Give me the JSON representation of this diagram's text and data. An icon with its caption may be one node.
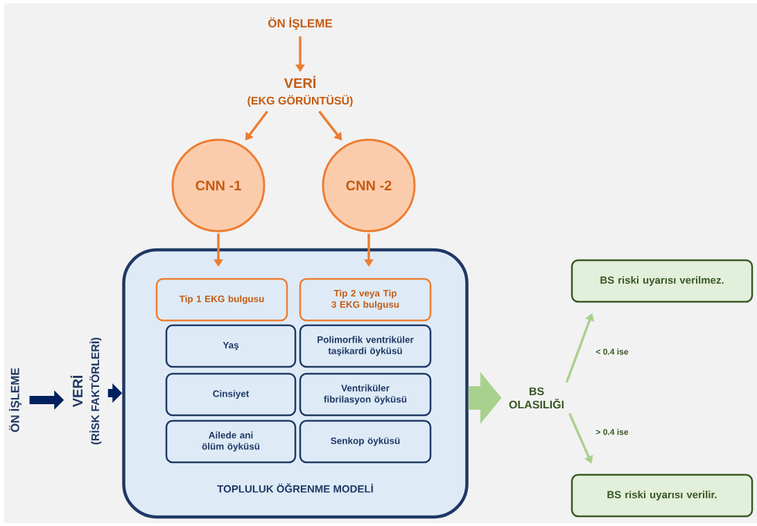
{
  "diagram": {
    "nodes": [
      {
        "text": [
          "ÖN İŞLEME"
        ]
      },
      {
        "text": [
          "VERİ",
          "(EKG GÖRÜNTÜSÜ)"
        ]
      },
      {
        "text": [
          "CNN -1"
        ]
      },
      {
        "text": [
          "CNN -2"
        ]
      },
      {
        "text": [
          "TOPLULUK ÖĞRENME MODELİ"
        ]
      },
      {
        "text": [
          "Tip 1 EKG bulgusu"
        ],
        "in": 4
      },
      {
        "text": [
          "Tip 2 veya Tip 3 EKG bulgusu"
        ],
        "in": 4
      },
      {
        "text": [
          "Yaş"
        ],
        "in": 4
      },
      {
        "text": [
          "Polimorfik ventriküler taşikardi öyküsü"
        ],
        "in": 4
      },
      {
        "text": [
          "Cinsiyet"
        ],
        "in": 4
      },
      {
        "text": [
          "Ventriküler fibrilasyon öyküsü"
        ],
        "in": 4
      },
      {
        "text": [
          "Ailede ani ölüm öyküsü"
        ],
        "in": 4
      },
      {
        "text": [
          "Senkop öyküsü"
        ],
        "in": 4
      },
      {
        "text": [
          "ÖN İŞLEME"
        ]
      },
      {
        "text": [
          "VERİ",
          "(RİSK FAKTÖRLERİ)"
        ]
      },
      {
        "text": [
          "BS OLASILIĞI"
        ]
      },
      {
        "text": [
          "BS riski uyarısı verilmez."
        ]
      },
      {
        "text": [
          "BS riski uyarısı verilir."
        ]
      }
    ],
    "edges": [
      {
        "from": 0,
        "to": 1,
        "arrow": "to"
      },
      {
        "from": 1,
        "to": 2,
        "arrow": "to"
      },
      {
        "from": 1,
        "to": 3,
        "arrow": "to"
      },
      {
        "from": 2,
        "to": 5,
        "arrow": "to"
      },
      {
        "from": 3,
        "to": 6,
        "arrow": "to"
      },
      {
        "from": 13,
        "to": 14,
        "arrow": "to",
        "style": "thick",
        "color": "#002060"
      },
      {
        "from": 14,
        "to": 4,
        "arrow": "to",
        "style": "thick",
        "color": "#002060"
      },
      {
        "from": 4,
        "to": 15,
        "arrow": "to",
        "style": "thick",
        "color": "#a9d18e"
      },
      {
        "from": 15,
        "to": 16,
        "arrow": "to",
        "label": "< 0.4 ise",
        "color": "#a9d18e"
      },
      {
        "from": 15,
        "to": 17,
        "arrow": "to",
        "label": "> 0.4 ise",
        "color": "#a9d18e"
      }
    ]
  }
}
